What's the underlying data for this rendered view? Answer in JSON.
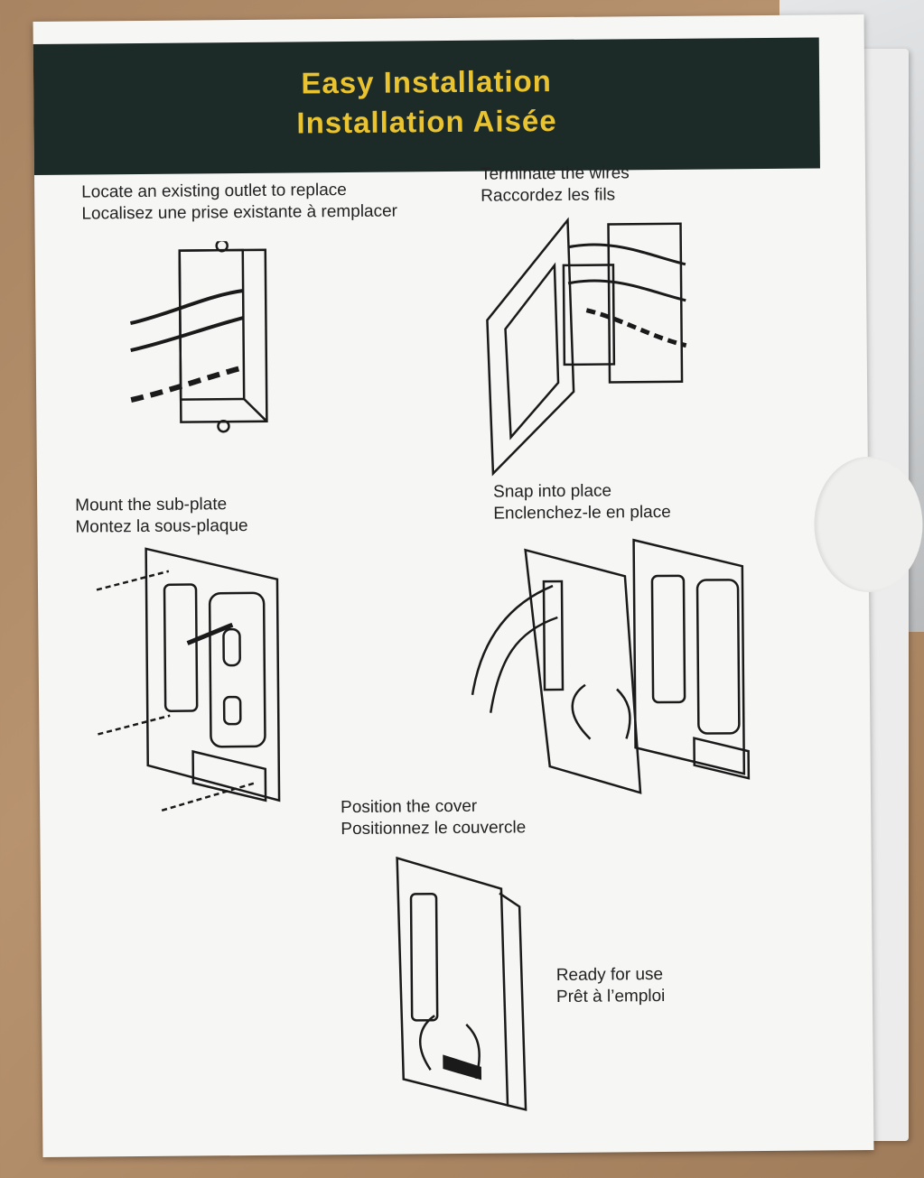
{
  "banner": {
    "title_en": "Easy Installation",
    "title_fr": "Installation Aisée"
  },
  "steps": [
    {
      "en": "Locate an existing outlet to replace",
      "fr": "Localisez une prise existante à remplacer"
    },
    {
      "en": "Terminate the wires",
      "fr": "Raccordez les fils"
    },
    {
      "en": "Mount the sub-plate",
      "fr": "Montez la sous-plaque"
    },
    {
      "en": "Snap into place",
      "fr": "Enclenchez-le en place"
    },
    {
      "en": "Position the cover",
      "fr": "Positionnez le couvercle"
    },
    {
      "en": "Ready for use",
      "fr": "Prêt à l’emploi"
    }
  ],
  "colors": {
    "banner_bg": "#1c2a28",
    "banner_text": "#e9c330",
    "card": "#f6f6f4",
    "line_art": "#1a1a1a"
  }
}
